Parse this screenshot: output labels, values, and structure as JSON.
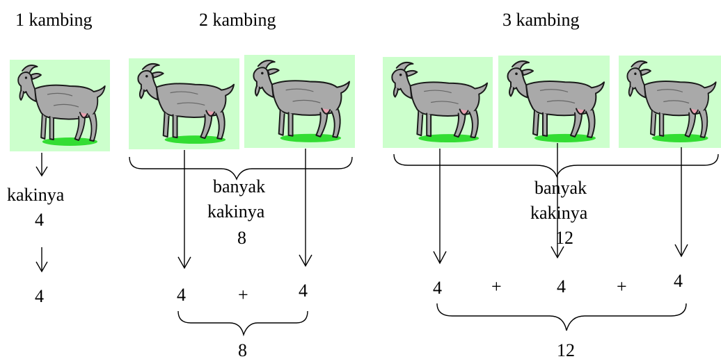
{
  "colors": {
    "card_bg": "#ccffcc",
    "goat_body": "#a9a9a9",
    "goat_outline": "#1a1a1a",
    "grass": "#33dd33",
    "udder": "#e8a0b0",
    "ink": "#000000"
  },
  "groups": [
    {
      "title": "1 kambing",
      "goats": 1,
      "legs_label": "kakinya",
      "legs_value": "4",
      "addends": [
        "4"
      ],
      "sum": ""
    },
    {
      "title": "2 kambing",
      "goats": 2,
      "legs_label_line1": "banyak",
      "legs_label_line2": "kakinya",
      "legs_value": "8",
      "addends": [
        "4",
        "4"
      ],
      "operators": [
        "+"
      ],
      "sum": "8"
    },
    {
      "title": "3 kambing",
      "goats": 3,
      "legs_label_line1": "banyak",
      "legs_label_line2": "kakinya",
      "legs_value": "12",
      "addends": [
        "4",
        "4",
        "4"
      ],
      "operators": [
        "+",
        "+"
      ],
      "sum": "12"
    }
  ],
  "icons": {
    "goat": "goat-icon",
    "arrow": "arrow-down-icon",
    "brace": "curly-brace-icon"
  }
}
